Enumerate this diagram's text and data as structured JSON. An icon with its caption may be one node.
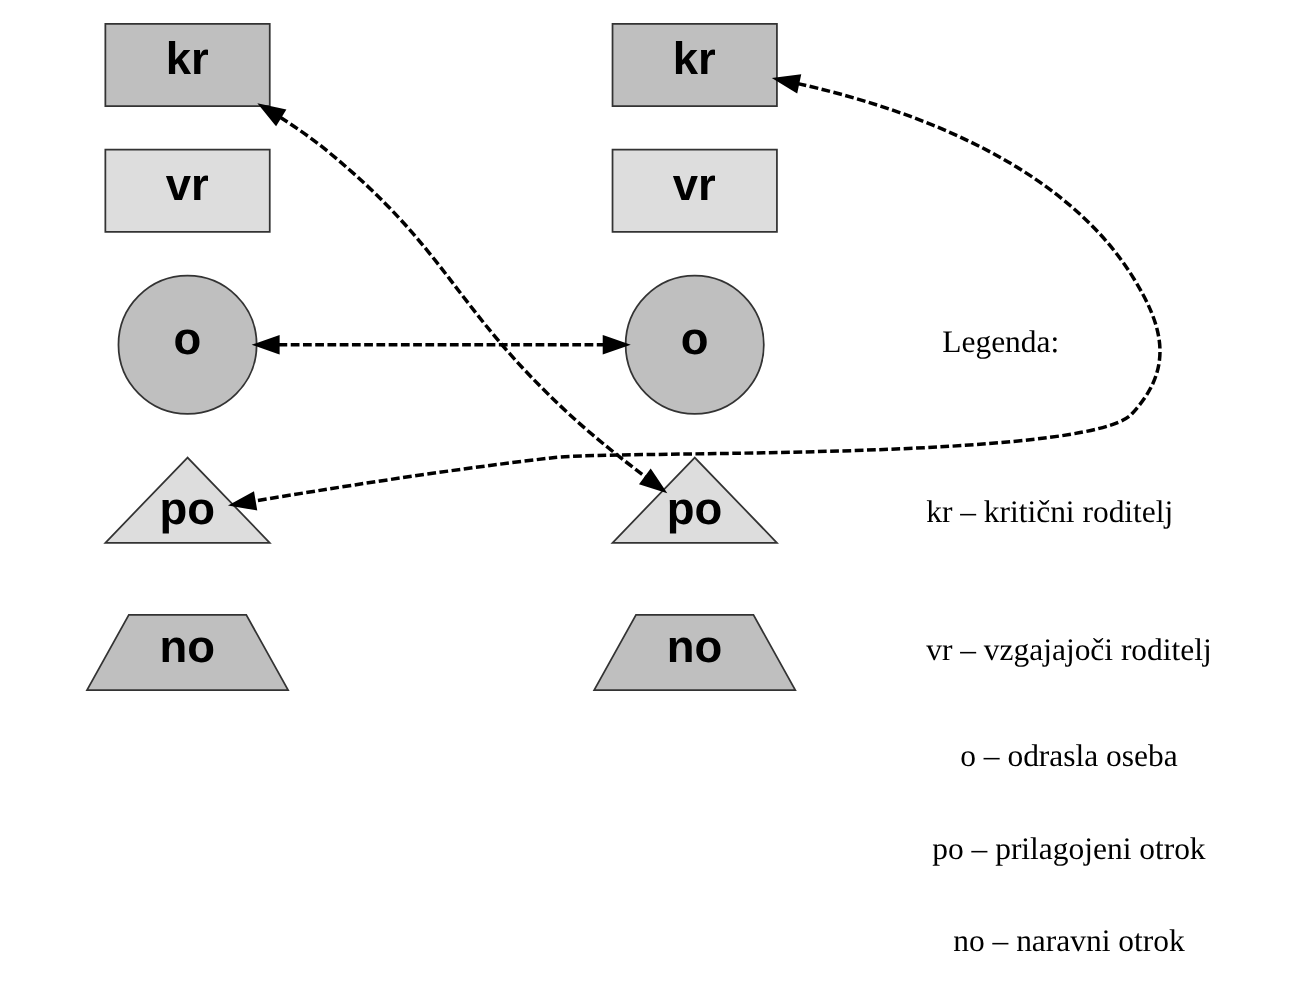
{
  "diagram": {
    "nodes": [
      {
        "text": [
          "kr"
        ]
      },
      {
        "text": [
          "kr"
        ]
      },
      {
        "text": [
          "vr"
        ]
      },
      {
        "text": [
          "vr"
        ]
      },
      {
        "text": [
          "o"
        ]
      },
      {
        "text": [
          "o"
        ]
      },
      {
        "text": [
          "po"
        ]
      },
      {
        "text": [
          "po"
        ]
      },
      {
        "text": [
          "no"
        ]
      },
      {
        "text": [
          "no"
        ]
      }
    ],
    "edges": [
      {
        "from": 0,
        "to": 7,
        "arrow": "both",
        "style": "dashed"
      },
      {
        "from": 1,
        "to": 6,
        "arrow": "both",
        "style": "dashed"
      },
      {
        "from": 4,
        "to": 5,
        "arrow": "both",
        "style": "dashed"
      }
    ],
    "labels": [
      "Legenda:"
    ],
    "legend": [
      {
        "text": "kr – kritični roditelj"
      },
      {
        "text": "vr – vzgajajoči roditelj"
      },
      {
        "text": "o – odrasla oseba"
      },
      {
        "text": "po – prilagojeni otrok"
      },
      {
        "text": "no – naravni otrok"
      }
    ]
  }
}
